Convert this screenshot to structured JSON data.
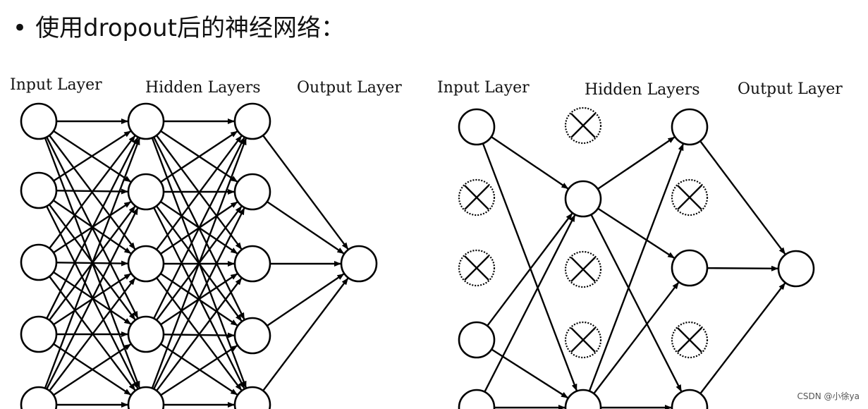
{
  "heading": {
    "bullet": "•",
    "text": "使用dropout后的神经网络："
  },
  "left_network": {
    "labels": {
      "input": "Input Layer",
      "hidden": "Hidden Layers",
      "output": "Output Layer"
    }
  },
  "right_network": {
    "labels": {
      "input": "Input Layer",
      "hidden": "Hidden Layers",
      "output": "Output Layer"
    }
  },
  "watermark": "CSDN @小徐ya"
}
